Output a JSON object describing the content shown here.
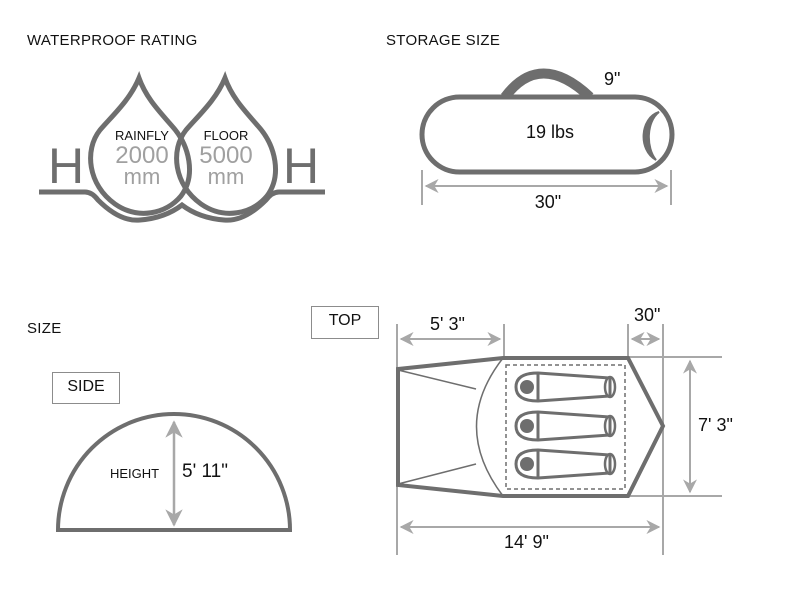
{
  "sections": {
    "waterproof": {
      "title": "WATERPROOF RATING",
      "rainfly": {
        "label": "RAINFLY",
        "value": "2000",
        "unit": "mm"
      },
      "floor": {
        "label": "FLOOR",
        "value": "5000",
        "unit": "mm"
      },
      "h_left": "H",
      "h_right": "H"
    },
    "storage": {
      "title": "STORAGE SIZE",
      "weight": "19 lbs",
      "diameter": "9\"",
      "length": "30\""
    },
    "size": {
      "title": "SIZE",
      "side": {
        "label": "SIDE",
        "height_label": "HEIGHT",
        "height_value": "5' 11\""
      },
      "top": {
        "label": "TOP",
        "vestibule_length": "5' 3\"",
        "rear_extension": "30\"",
        "width": "7' 3\"",
        "total_length": "14' 9\""
      }
    }
  },
  "colors": {
    "outline": "#6e6e6e",
    "dimension": "#a8a8a8",
    "value_text": "#a0a0a0",
    "text": "#111111"
  }
}
